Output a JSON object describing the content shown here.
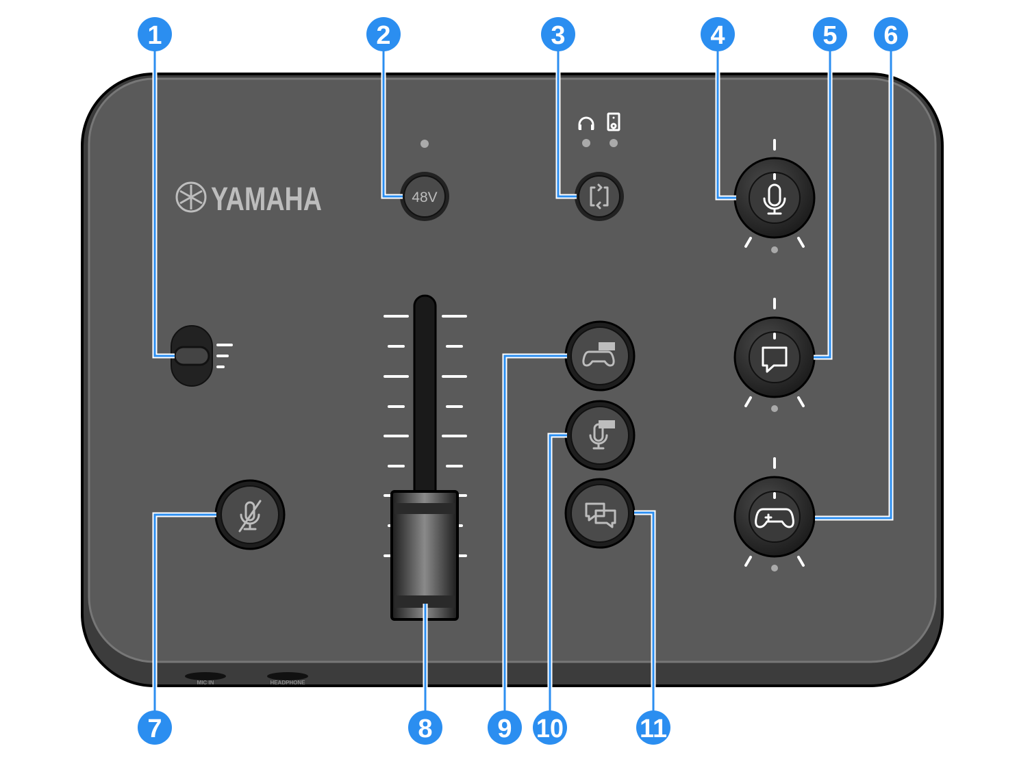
{
  "device": {
    "brand": "YAMAHA",
    "phantom_label": "48V",
    "jack_labels": [
      "MIC IN",
      "HEADPHONE"
    ]
  },
  "callouts": [
    "1",
    "2",
    "3",
    "4",
    "5",
    "6",
    "7",
    "8",
    "9",
    "10",
    "11"
  ],
  "icons": {
    "output_select": [
      "headphones-icon",
      "speaker-icon"
    ],
    "knobs": [
      "mic-icon",
      "chat-icon",
      "gamepad-icon"
    ],
    "fx_buttons": [
      "game-fx-icon",
      "mic-fx-icon",
      "chat-mix-icon"
    ],
    "mute": "mic-mute-icon"
  },
  "colors": {
    "callout": "#2b8ef0",
    "body": "#5a5a5a",
    "frame": "#3c3c3c"
  }
}
